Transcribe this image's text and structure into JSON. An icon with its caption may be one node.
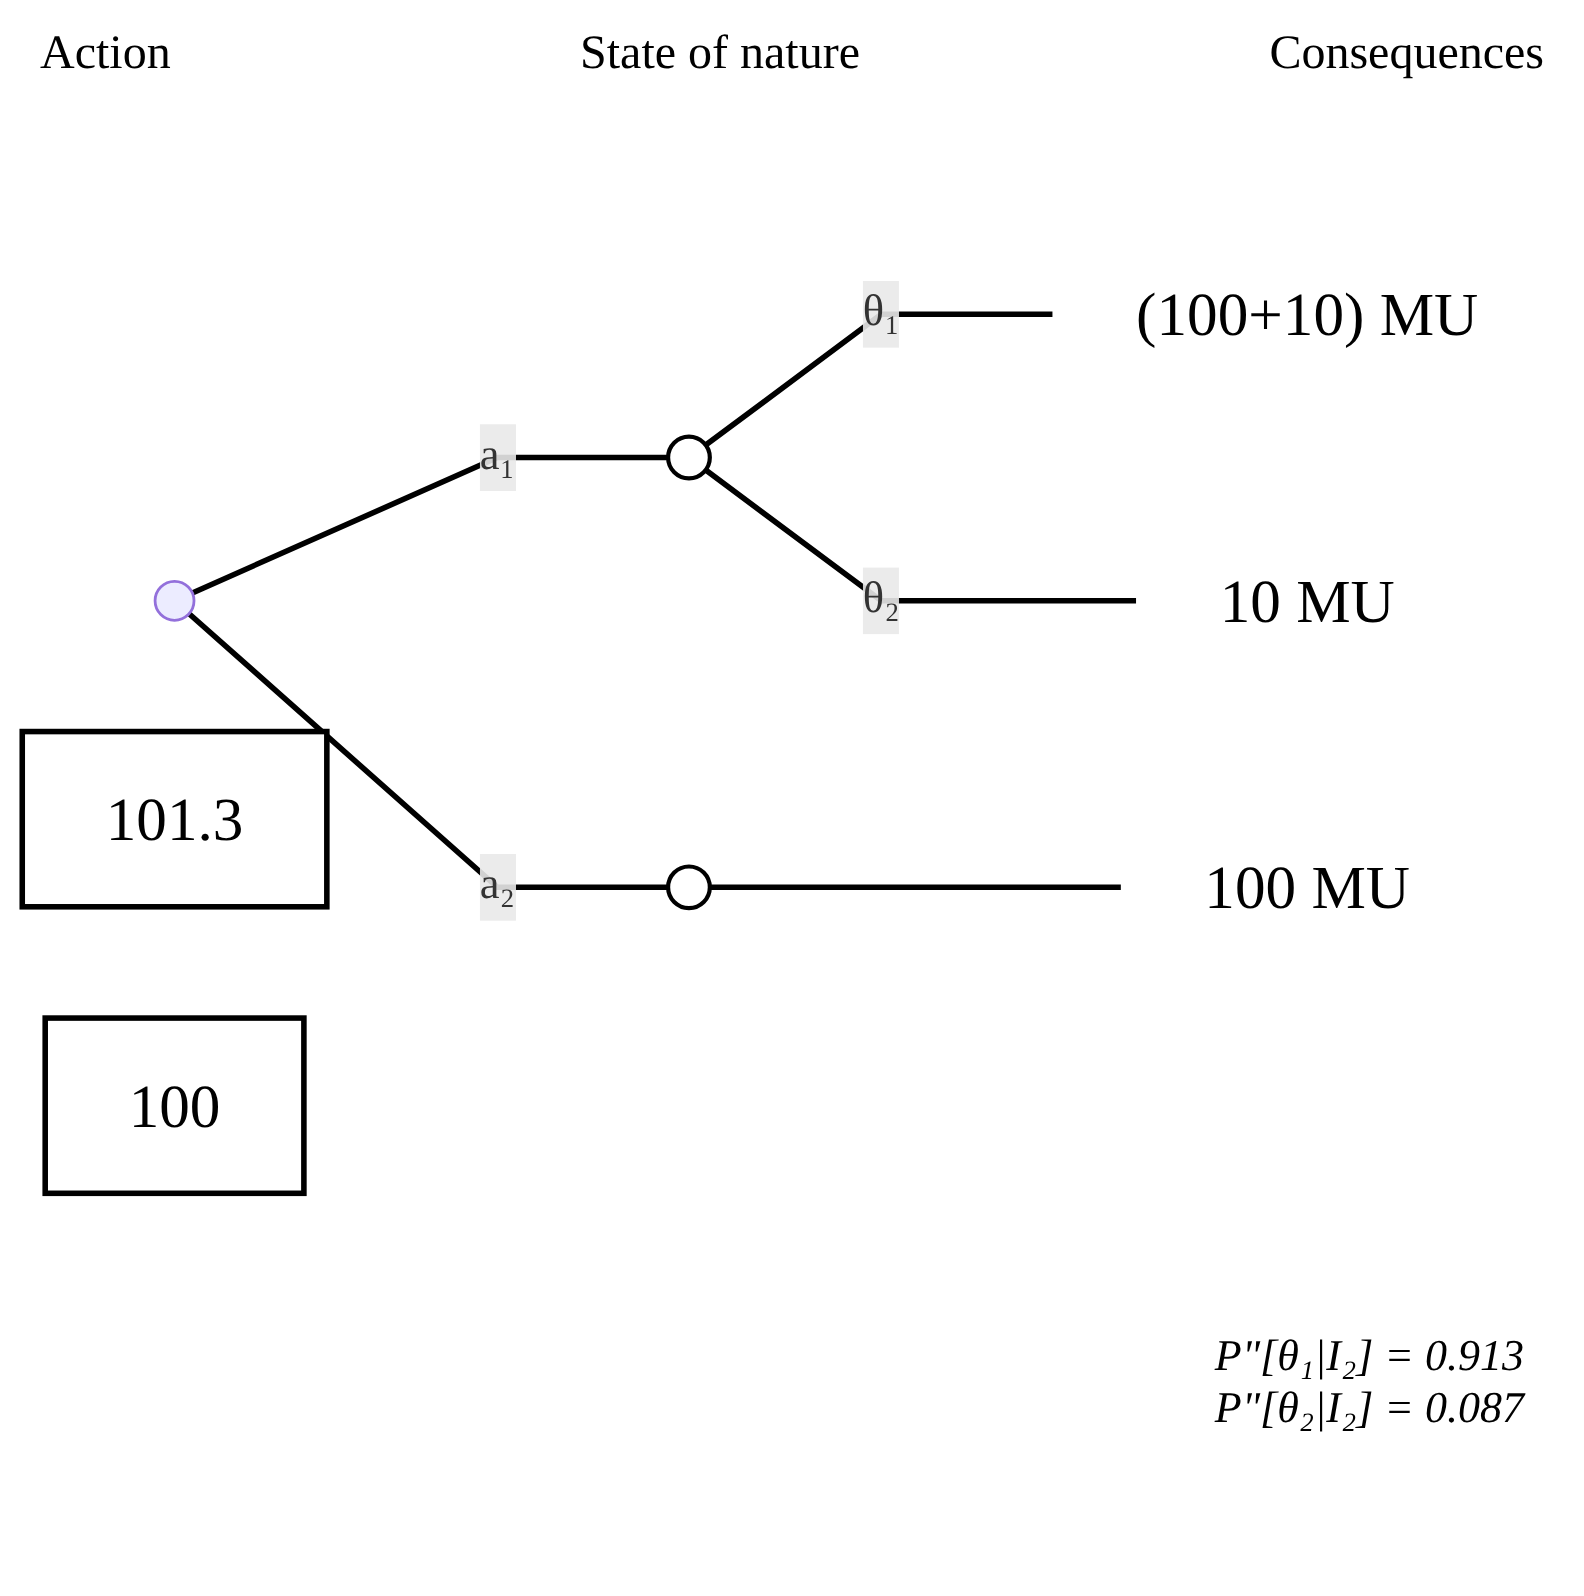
{
  "diagram": {
    "nodes": [
      {
        "text": [],
        "shape": "point"
      },
      {
        "text": [
          "101.3"
        ]
      },
      {
        "text": [],
        "shape": "circle"
      },
      {
        "text": [
          "(100+10) MU"
        ]
      },
      {
        "text": [
          "10 MU"
        ]
      },
      {
        "text": [],
        "shape": "circle"
      },
      {
        "text": [
          "100 MU"
        ]
      },
      {
        "text": [
          "100"
        ]
      }
    ],
    "edges": [
      {
        "from": 0,
        "to": 2,
        "arrow": "none",
        "label": "a₁"
      },
      {
        "from": 0,
        "to": 5,
        "arrow": "none",
        "label": "a₂"
      },
      {
        "from": 2,
        "to": 3,
        "arrow": "none",
        "label": "θ₁"
      },
      {
        "from": 2,
        "to": 4,
        "arrow": "none",
        "label": "θ₂"
      },
      {
        "from": 5,
        "to": 6,
        "arrow": "none"
      }
    ],
    "labels": [
      "Action",
      "State of nature",
      "Consequences",
      "P\"[θ₁|I₂] = 0.913",
      "P\"[θ₂|I₂] = 0.087"
    ]
  }
}
